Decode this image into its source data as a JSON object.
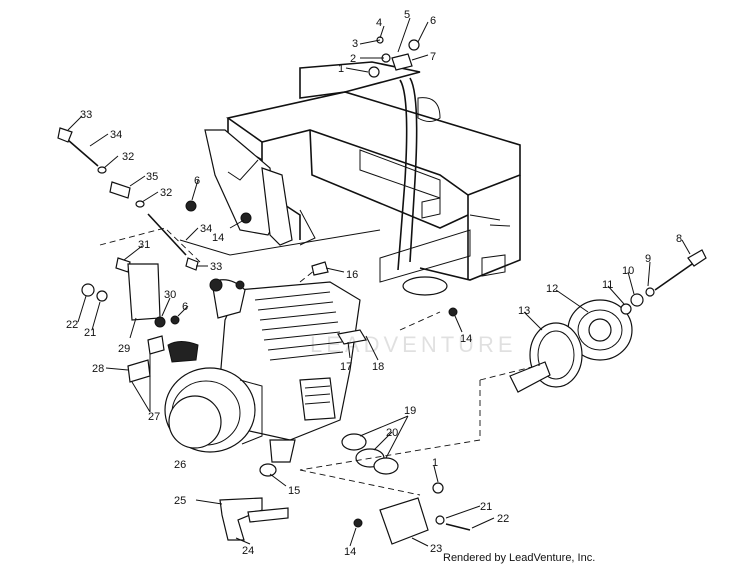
{
  "callouts": [
    {
      "id": "c4",
      "text": "4"
    },
    {
      "id": "c5",
      "text": "5"
    },
    {
      "id": "c6a",
      "text": "6"
    },
    {
      "id": "c3",
      "text": "3"
    },
    {
      "id": "c2",
      "text": "2"
    },
    {
      "id": "c7",
      "text": "7"
    },
    {
      "id": "c1a",
      "text": "1"
    },
    {
      "id": "c33a",
      "text": "33"
    },
    {
      "id": "c34a",
      "text": "34"
    },
    {
      "id": "c32a",
      "text": "32"
    },
    {
      "id": "c35",
      "text": "35"
    },
    {
      "id": "c32b",
      "text": "32"
    },
    {
      "id": "c6b",
      "text": "6"
    },
    {
      "id": "c34b",
      "text": "34"
    },
    {
      "id": "c14a",
      "text": "14"
    },
    {
      "id": "c31",
      "text": "31"
    },
    {
      "id": "c33b",
      "text": "33"
    },
    {
      "id": "c16",
      "text": "16"
    },
    {
      "id": "c8",
      "text": "8"
    },
    {
      "id": "c9",
      "text": "9"
    },
    {
      "id": "c10",
      "text": "10"
    },
    {
      "id": "c11",
      "text": "11"
    },
    {
      "id": "c12",
      "text": "12"
    },
    {
      "id": "c13",
      "text": "13"
    },
    {
      "id": "c22a",
      "text": "22"
    },
    {
      "id": "c21a",
      "text": "21"
    },
    {
      "id": "c30",
      "text": "30"
    },
    {
      "id": "c6c",
      "text": "6"
    },
    {
      "id": "c29",
      "text": "29"
    },
    {
      "id": "c14b",
      "text": "14"
    },
    {
      "id": "c28",
      "text": "28"
    },
    {
      "id": "c17",
      "text": "17"
    },
    {
      "id": "c18",
      "text": "18"
    },
    {
      "id": "c27",
      "text": "27"
    },
    {
      "id": "c19",
      "text": "19"
    },
    {
      "id": "c20",
      "text": "20"
    },
    {
      "id": "c26",
      "text": "26"
    },
    {
      "id": "c1b",
      "text": "1"
    },
    {
      "id": "c15",
      "text": "15"
    },
    {
      "id": "c25",
      "text": "25"
    },
    {
      "id": "c21b",
      "text": "21"
    },
    {
      "id": "c22b",
      "text": "22"
    },
    {
      "id": "c24",
      "text": "24"
    },
    {
      "id": "c14c",
      "text": "14"
    },
    {
      "id": "c23",
      "text": "23"
    }
  ],
  "watermark": "LEADVENTURE",
  "credit": "Rendered by LeadVenture, Inc."
}
